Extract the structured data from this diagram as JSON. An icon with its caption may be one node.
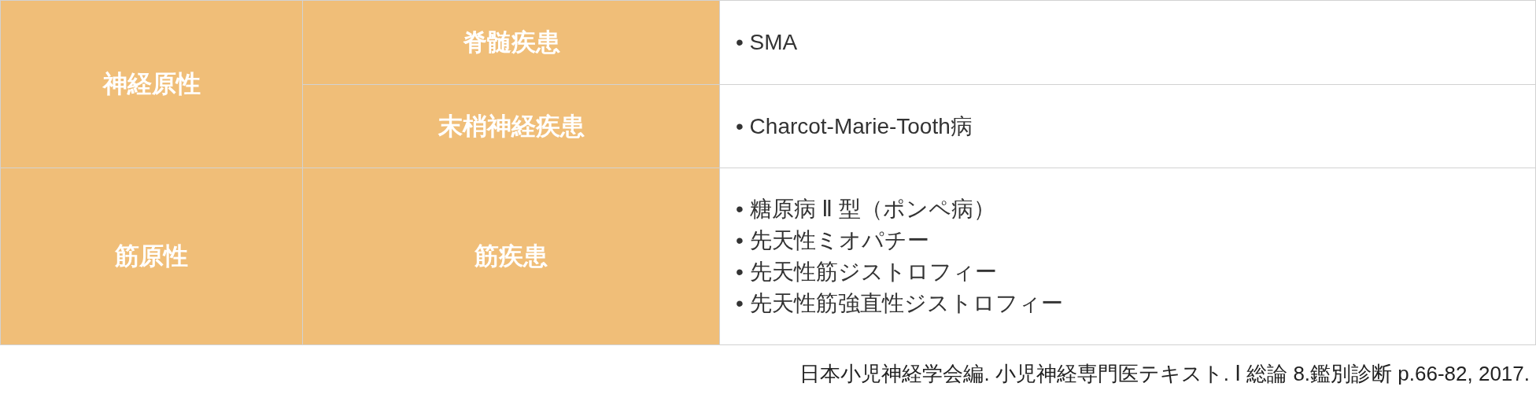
{
  "diagram": {
    "labels": [
      "神経原性",
      "脊髄疾患",
      "• SMA",
      "末梢神経疾患",
      "• Charcot-Marie-Tooth病",
      "筋原性",
      "筋疾患",
      "• 糖原病 Ⅱ 型（ポンペ病）",
      "• 先天性ミオパチー",
      "• 先天性筋ジストロフィー",
      "• 先天性筋強直性ジストロフィー",
      "日本小児神経学会編. 小児神経専門医テキスト. Ⅰ 総論 8.鑑別診断 p.66-82, 2017."
    ]
  }
}
